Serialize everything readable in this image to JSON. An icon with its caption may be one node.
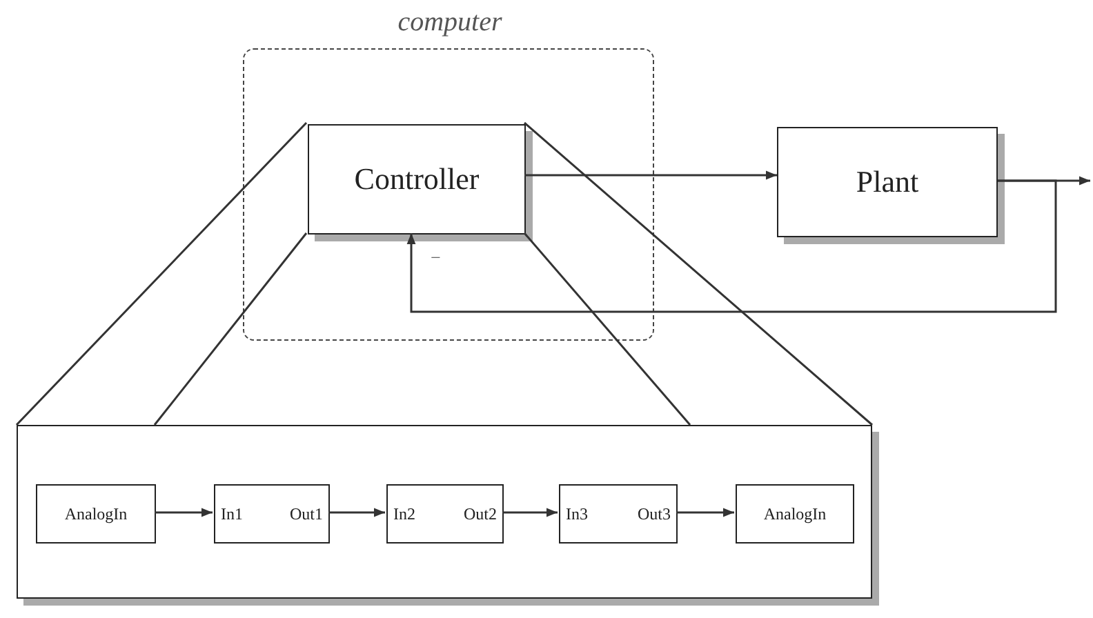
{
  "diagram": {
    "nodes": [
      {
        "text": [
          "computer"
        ]
      },
      {
        "text": [
          "Controller"
        ],
        "in": 0
      },
      {
        "text": [
          "Plant"
        ]
      },
      {
        "text": [],
        "shape": "box"
      },
      {
        "text": [
          "AnalogIn"
        ],
        "in": 3
      },
      {
        "text": [
          "In1",
          "Out1"
        ],
        "in": 3
      },
      {
        "text": [
          "In2",
          "Out2"
        ],
        "in": 3
      },
      {
        "text": [
          "In3",
          "Out3"
        ],
        "in": 3
      },
      {
        "text": [
          "AnalogIn"
        ],
        "in": 3
      }
    ],
    "edges": [
      {
        "from": 1,
        "to": 2,
        "arrow": "to"
      },
      {
        "from": 2,
        "to": null,
        "arrow": "to"
      },
      {
        "from": 2,
        "to": 1,
        "arrow": "to",
        "label": "−"
      },
      {
        "from": 1,
        "to": 3,
        "arrow": "none"
      },
      {
        "from": 1,
        "to": 3,
        "arrow": "none"
      },
      {
        "from": 1,
        "to": 3,
        "arrow": "none"
      },
      {
        "from": 1,
        "to": 3,
        "arrow": "none"
      },
      {
        "from": 4,
        "to": 5,
        "arrow": "to"
      },
      {
        "from": 5,
        "to": 6,
        "arrow": "to"
      },
      {
        "from": 6,
        "to": 7,
        "arrow": "to"
      },
      {
        "from": 7,
        "to": 8,
        "arrow": "to"
      }
    ]
  }
}
